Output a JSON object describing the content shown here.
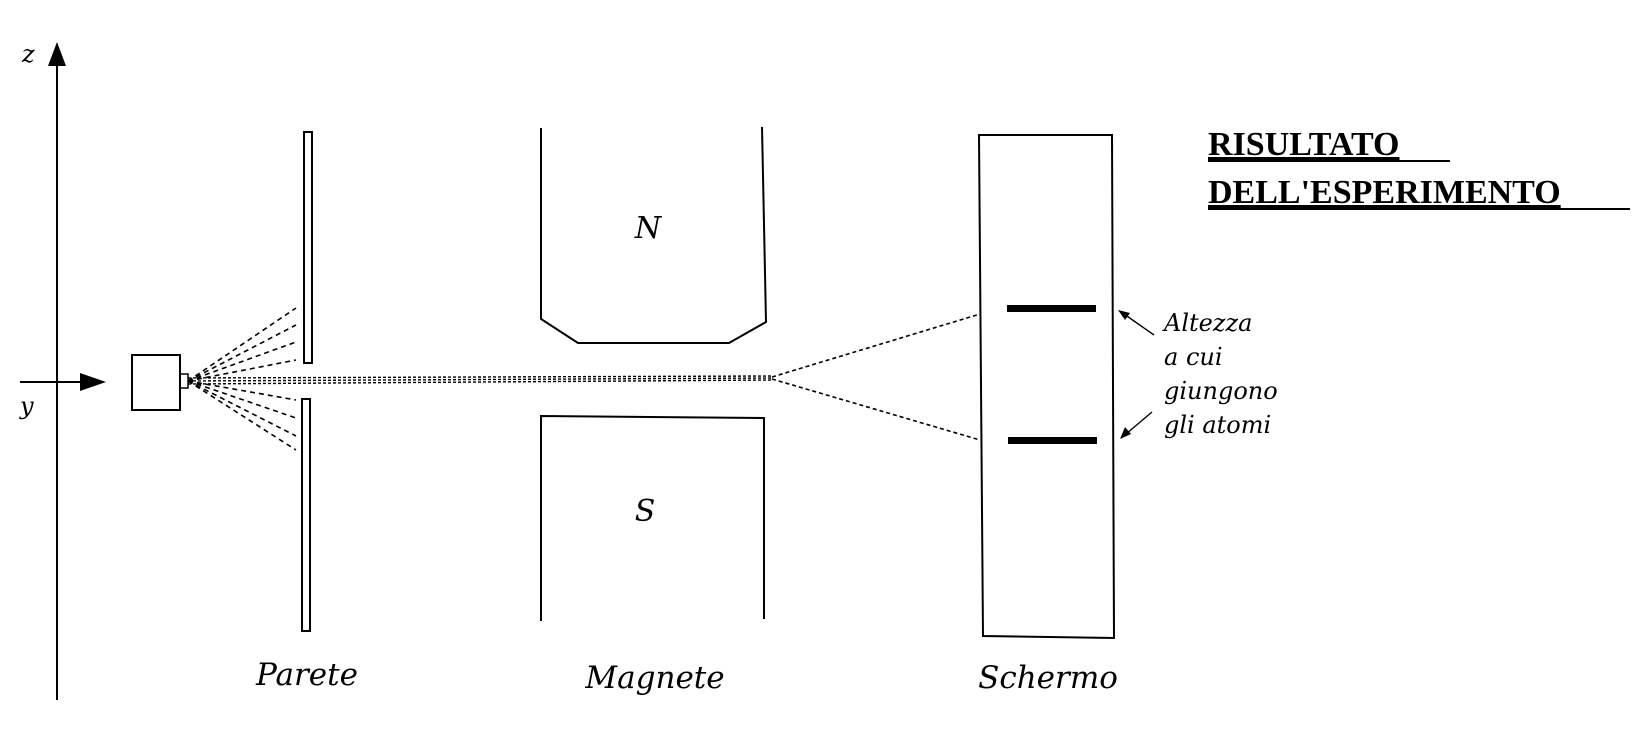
{
  "axes": {
    "z_label": "z",
    "y_label": "y"
  },
  "magnet": {
    "north_label": "N",
    "south_label": "S"
  },
  "labels": {
    "wall": "Parete",
    "magnet": "Magnete",
    "screen": "Schermo"
  },
  "annotation": {
    "lines": [
      "Altezza",
      "a cui",
      "giungono",
      "gli atomi"
    ]
  },
  "title": {
    "line1": "RISULTATO",
    "line2": "DELL'ESPERIMENTO"
  }
}
